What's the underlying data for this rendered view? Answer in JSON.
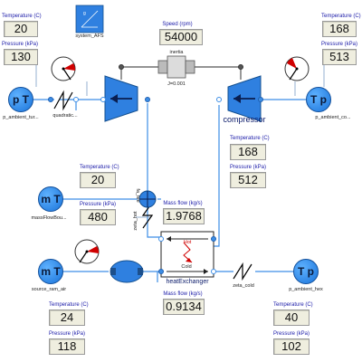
{
  "labels": {
    "temperature": "Temperature (C)",
    "pressure": "Pressure (kPa)",
    "speed": "Speed (rpm)",
    "mass_flow": "Mass flow (kg/s)"
  },
  "blocks": {
    "system": "system_AFS",
    "inertia": "inertia",
    "inertia_param": "J=0.001",
    "compressor": "compressor",
    "quadratic": "quadratic...",
    "heat_exchanger": "heatExchanger",
    "hot": "Hot",
    "cold": "Cold",
    "zeta_cold": "zeta_cold",
    "zeta_hot": "zeta_hot",
    "tee": "fa_tee",
    "p_ambient_tur": "p_ambient_tur...",
    "p_ambient_co": "p_ambient_co...",
    "mass_flow_boundary": "massFlowBou...",
    "source_ram_air": "source_ram_air",
    "p_ambient_hex": "p_ambient_hex",
    "pT": "p T",
    "Tp": "T p",
    "mT": "m T"
  },
  "values": {
    "top_left_temperature": "20",
    "top_left_pressure": "130",
    "speed": "54000",
    "top_right_temperature": "168",
    "top_right_pressure": "513",
    "compressor_temperature": "168",
    "compressor_pressure": "512",
    "mid_left_temperature": "20",
    "mid_left_pressure": "480",
    "hot_mass_flow": "1.9768",
    "cold_mass_flow": "0.9134",
    "bottom_left_temperature": "24",
    "bottom_left_pressure": "118",
    "bottom_right_temperature": "40",
    "bottom_right_pressure": "102"
  },
  "colors": {
    "fluid": "#3d8ee6",
    "mechanical": "#555555",
    "label": "#1a1aa8",
    "hot": "#d00000",
    "display_bg": "#efeedf"
  }
}
